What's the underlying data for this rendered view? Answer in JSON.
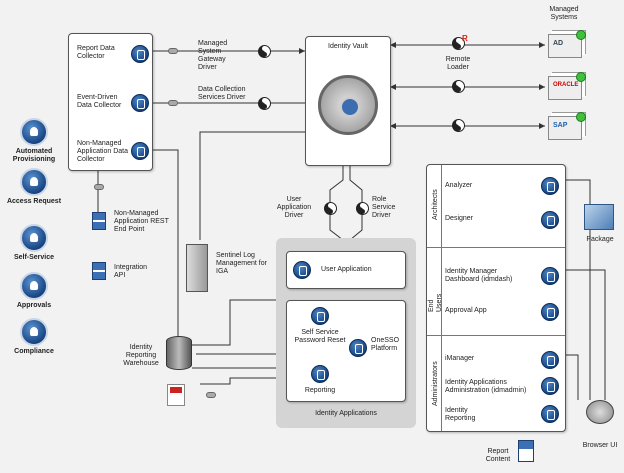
{
  "managed_systems": "Managed Systems",
  "collectors": {
    "report": "Report Data Collector",
    "event_driven": "Event-Driven Data Collector",
    "non_managed": "Non-Managed Application Data Collector"
  },
  "drivers": {
    "msg": "Managed System Gateway Driver",
    "dcs": "Data Collection Services Driver",
    "user_app": "User Application Driver",
    "role": "Role Service Driver"
  },
  "identity_vault": "Identity Vault",
  "remote_loader": "Remote Loader",
  "systems": {
    "ad": "AD",
    "oracle": "ORACLE",
    "sap": "SAP"
  },
  "left_features": [
    "Automated Provisioning",
    "Access Request",
    "Self-Service",
    "Approvals",
    "Compliance"
  ],
  "middle": {
    "rest": "Non-Managed Application REST End Point",
    "integration": "Integration API",
    "sentinel": "Sentinel Log Management for IGA",
    "warehouse": "Identity Reporting Warehouse"
  },
  "identity_apps": {
    "title": "Identity Applications",
    "user_application": "User Application",
    "sspr": "Self Service Password Reset",
    "onesso": "OneSSO Platform",
    "reporting": "Reporting"
  },
  "right_panel": {
    "architects": "Architects",
    "end_users": "End Users",
    "administrators": "Administrators",
    "analyzer": "Analyzer",
    "designer": "Designer",
    "dashboard": "Identity Manager Dashboard (idmdash)",
    "approval_app": "Approval App",
    "imanager": "iManager",
    "idmadmin": "Identity Applications Administration (idmadmin)",
    "id_reporting": "Identity Reporting"
  },
  "package": "Package",
  "browser_ui": "Browser UI",
  "report_content": "Report Content",
  "colors": {
    "icon_blue": "#1a4a8a",
    "green": "#3ec23e",
    "panel_gray": "#d4d4d4",
    "background": "#f2f2f2"
  }
}
